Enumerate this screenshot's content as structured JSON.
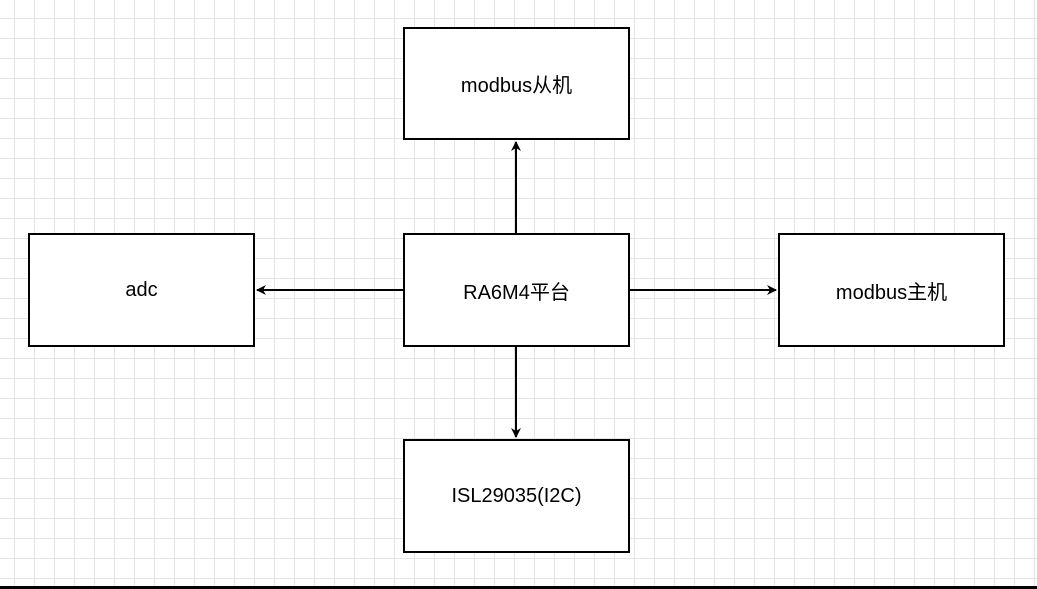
{
  "diagram": {
    "nodes": [
      {
        "id": "center",
        "label": "RA6M4平台"
      },
      {
        "id": "top",
        "label": "modbus从机"
      },
      {
        "id": "left",
        "label": "adc"
      },
      {
        "id": "right",
        "label": "modbus主机"
      },
      {
        "id": "bottom",
        "label": "ISL29035(I2C)"
      }
    ],
    "edges": [
      {
        "from": "center",
        "to": "top"
      },
      {
        "from": "center",
        "to": "left"
      },
      {
        "from": "center",
        "to": "right"
      },
      {
        "from": "center",
        "to": "bottom"
      }
    ],
    "colors": {
      "stroke": "#000000",
      "fill": "#ffffff",
      "grid": "#e4e4e4"
    }
  }
}
